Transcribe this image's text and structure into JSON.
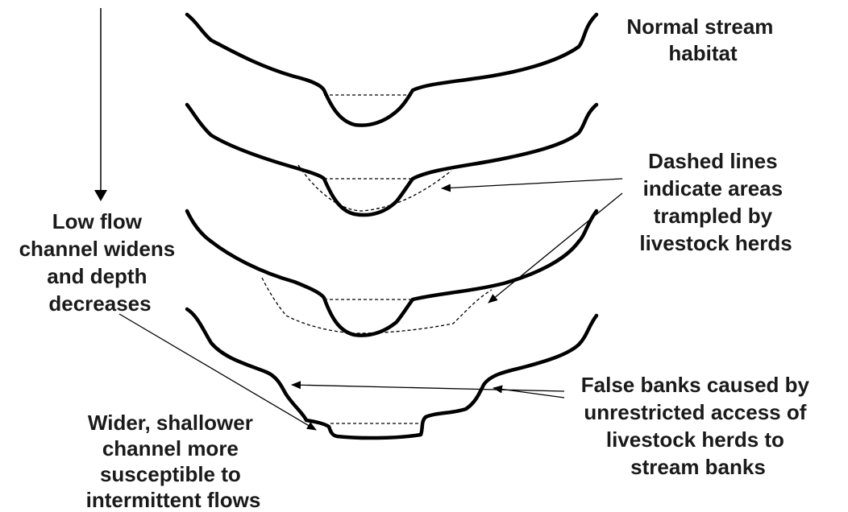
{
  "labels": {
    "normal": [
      "Normal stream",
      "habitat"
    ],
    "dashed": [
      "Dashed lines",
      "indicate areas",
      "trampled by",
      "livestock herds"
    ],
    "low_flow": [
      "Low flow",
      "channel widens",
      "and depth",
      "decreases"
    ],
    "false_banks": [
      "False banks caused by",
      "unrestricted access of",
      "livestock herds to",
      "stream banks"
    ],
    "wider": [
      "Wider, shallower",
      "channel more",
      "susceptible to",
      "intermittent flows"
    ]
  }
}
